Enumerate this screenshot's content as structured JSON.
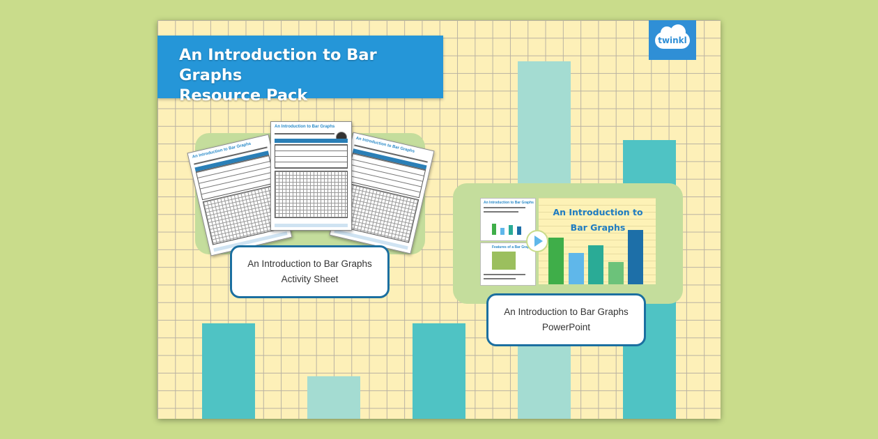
{
  "title": {
    "line1": "An Introduction to Bar Graphs",
    "line2": "Resource Pack"
  },
  "logo": {
    "text": "twinkl",
    "icon": "twinkl-logo-icon"
  },
  "activity_sheet": {
    "label_line1": "An Introduction to Bar Graphs",
    "label_line2": "Activity Sheet",
    "sheet_title": "An Introduction to Bar Graphs"
  },
  "powerpoint": {
    "label_line1": "An Introduction to Bar Graphs",
    "label_line2": "PowerPoint",
    "slide_title_line1": "An Introduction to",
    "slide_title_line2": "Bar Graphs",
    "thumb1_title": "An Introduction to Bar Graphs",
    "thumb2_title": "Features of a Bar Graph",
    "play_icon": "play-icon"
  },
  "colors": {
    "background": "#c9dc8b",
    "banner": "#2596d8",
    "grid_paper": "#fdf0b8",
    "bar_teal": "#4fc3c4",
    "bar_pale": "#a4dcd2",
    "label_border": "#1b6fa0"
  },
  "slide_bars": [
    {
      "color": "#3fae49",
      "value": 0.62
    },
    {
      "color": "#5fb7ea",
      "value": 0.42
    },
    {
      "color": "#2aab96",
      "value": 0.52
    },
    {
      "color": "#6cc27a",
      "value": 0.3
    },
    {
      "color": "#1d6fa8",
      "value": 0.72
    }
  ]
}
